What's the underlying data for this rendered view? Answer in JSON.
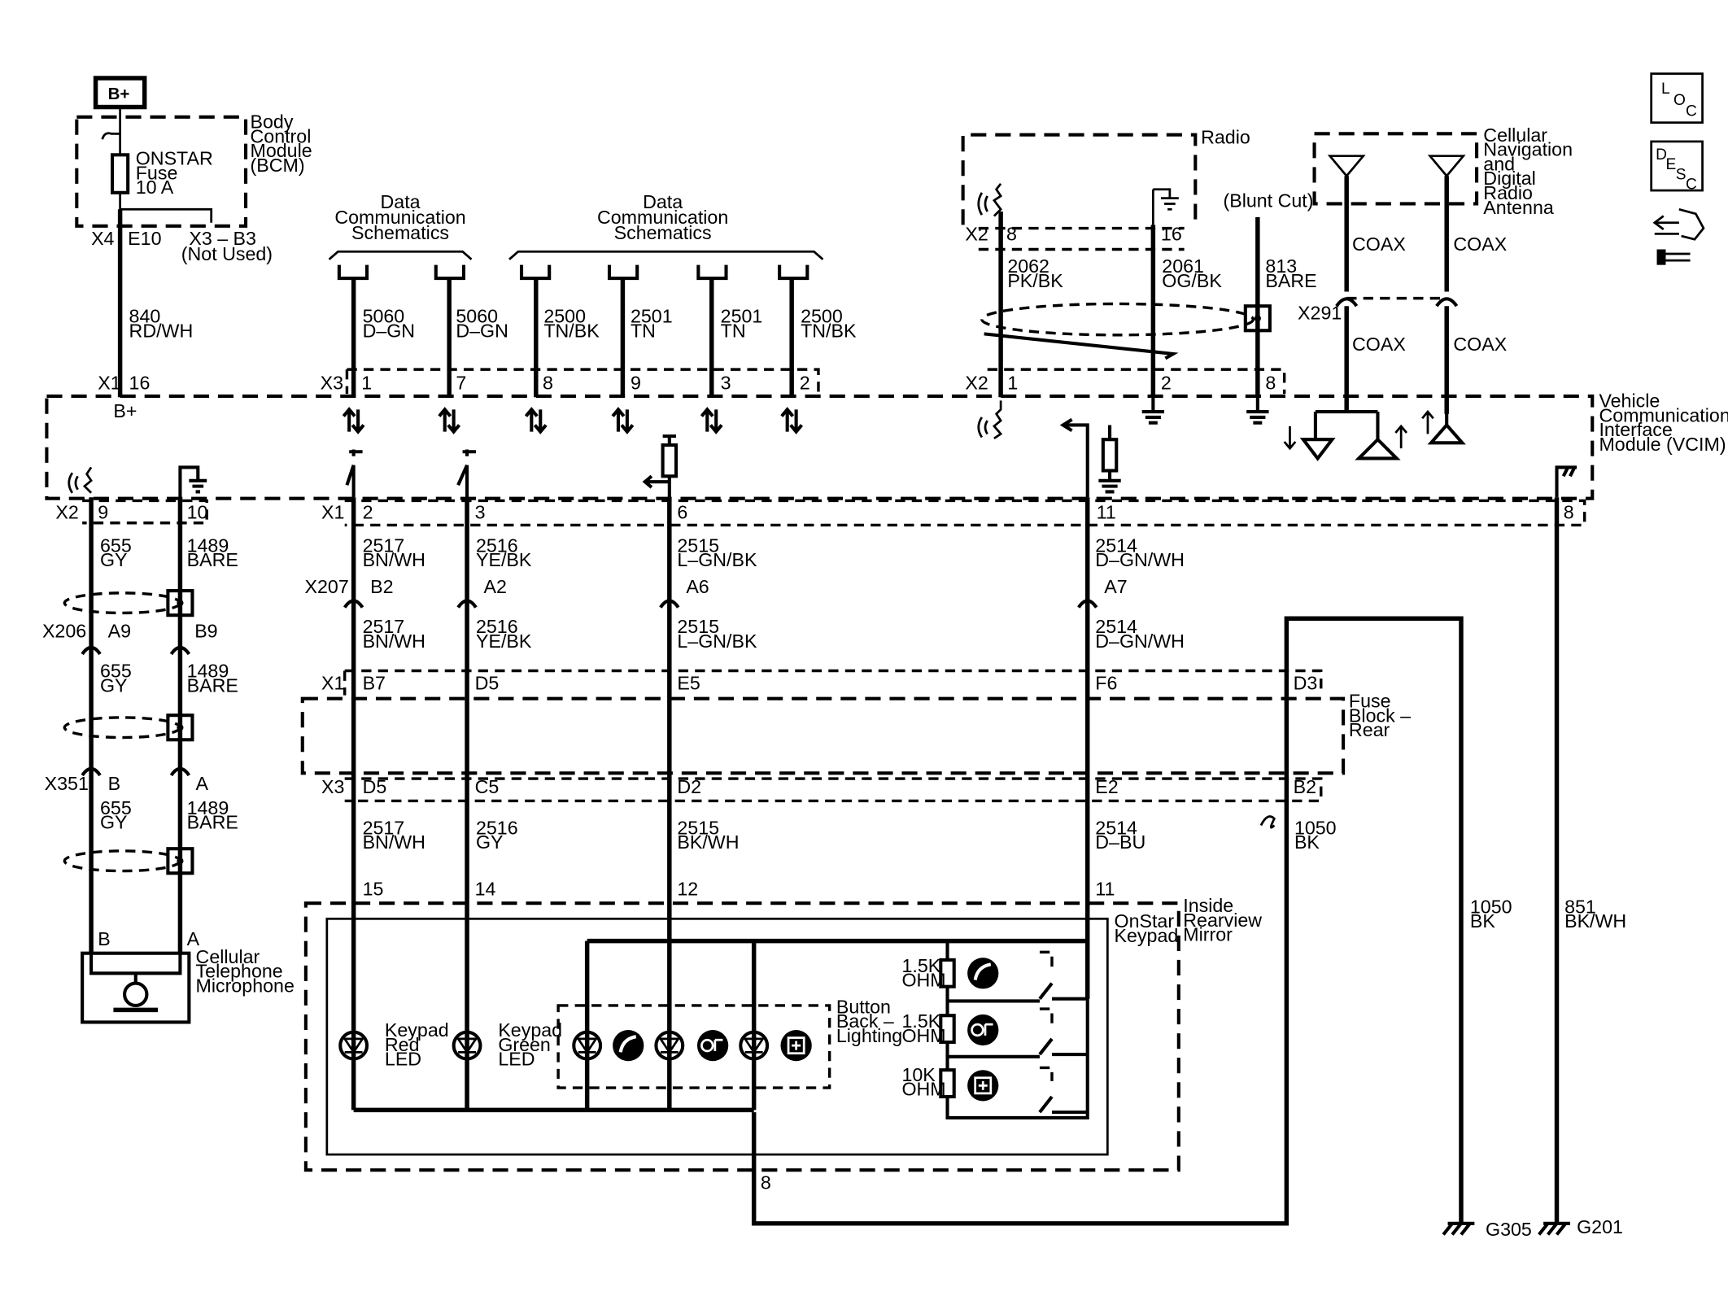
{
  "power": "B+",
  "bcm": {
    "title": [
      "Body",
      "Control",
      "Module",
      "(BCM)"
    ],
    "fuse": [
      "ONSTAR",
      "Fuse",
      "10 A"
    ],
    "pins": {
      "x4": "X4",
      "e10": "E10",
      "x3b3": "X3 – B3",
      "not_used": "(Not Used)"
    }
  },
  "wires": [
    {
      "circuit": "840",
      "color": "RD/WH"
    },
    {
      "circuit": "5060",
      "color": "D–GN"
    },
    {
      "circuit": "5060",
      "color": "D–GN"
    },
    {
      "circuit": "2500",
      "color": "TN/BK"
    },
    {
      "circuit": "2501",
      "color": "TN"
    },
    {
      "circuit": "2501",
      "color": "TN"
    },
    {
      "circuit": "2500",
      "color": "TN/BK"
    },
    {
      "circuit": "2062",
      "color": "PK/BK"
    },
    {
      "circuit": "2061",
      "color": "OG/BK"
    },
    {
      "circuit": "813",
      "color": "BARE"
    }
  ],
  "data_comm": [
    "Data",
    "Communication",
    "Schematics"
  ],
  "radio": "Radio",
  "blunt_cut": "(Blunt Cut)",
  "antenna": [
    "Cellular",
    "Navigation",
    "and",
    "Digital",
    "Radio",
    "Antenna"
  ],
  "coax": "COAX",
  "x291": "X291",
  "vcim": [
    "Vehicle",
    "Communication",
    "Interface",
    "Module (VCIM)"
  ],
  "vcim_top": {
    "x1": "X1",
    "p16": "16",
    "bplus": "B+",
    "x3": "X3",
    "x3pins": [
      "1",
      "7",
      "8",
      "9",
      "3",
      "2"
    ],
    "x2": "X2",
    "x2pins": [
      "1",
      "2",
      "8"
    ]
  },
  "radio_pins": {
    "x2": "X2",
    "p8": "8",
    "p16": "16"
  },
  "vcim_bottom": {
    "x2": "X2",
    "p9": "9",
    "p10": "10",
    "x1": "X1",
    "p2": "2",
    "p3": "3",
    "p6": "6",
    "p11": "11",
    "p8": "8"
  },
  "lower_wires": {
    "w655": {
      "circuit": "655",
      "color": "GY"
    },
    "w1489": {
      "circuit": "1489",
      "color": "BARE"
    },
    "w2517": {
      "circuit": "2517",
      "color": "BN/WH"
    },
    "w2516": {
      "circuit": "2516",
      "color": "YE/BK"
    },
    "w2515": {
      "circuit": "2515",
      "color": "L–GN/BK"
    },
    "w2514": {
      "circuit": "2514",
      "color": "D–GN/WH"
    },
    "w2516b": {
      "circuit": "2516",
      "color": "GY"
    },
    "w2515b": {
      "circuit": "2515",
      "color": "BK/WH"
    },
    "w2514b": {
      "circuit": "2514",
      "color": "D–BU"
    },
    "w1050": {
      "circuit": "1050",
      "color": "BK"
    },
    "w851": {
      "circuit": "851",
      "color": "BK/WH"
    }
  },
  "connectors": {
    "x207": "X207",
    "b2": "B2",
    "a2": "A2",
    "a6": "A6",
    "a7": "A7",
    "x206": "X206",
    "a9": "A9",
    "b9": "B9",
    "x351": "X351",
    "b": "B",
    "a": "A"
  },
  "fuse_block": {
    "title": [
      "Fuse",
      "Block –",
      "Rear"
    ],
    "x1": "X1",
    "b7": "B7",
    "d5": "D5",
    "e5": "E5",
    "f6": "F6",
    "d3": "D3",
    "x3": "X3",
    "d5b": "D5",
    "c5": "C5",
    "d2": "D2",
    "e2": "E2",
    "b2": "B2"
  },
  "mirror": {
    "title": [
      "Inside",
      "Rearview",
      "Mirror"
    ],
    "keypad": [
      "OnStar",
      "Keypad"
    ],
    "pins": [
      "15",
      "14",
      "12",
      "11"
    ],
    "pin8": "8",
    "red_led": [
      "Keypad",
      "Red",
      "LED"
    ],
    "green_led": [
      "Keypad",
      "Green",
      "LED"
    ],
    "backlight": [
      "Button",
      "Back –",
      "Lighting"
    ],
    "resistors": [
      [
        "1.5K",
        "OHM"
      ],
      [
        "1.5K",
        "OHM"
      ],
      [
        "10K",
        "OHM"
      ]
    ]
  },
  "microphone": {
    "pins": [
      "B",
      "A"
    ],
    "title": [
      "Cellular",
      "Telephone",
      "Microphone"
    ]
  },
  "grounds": [
    "G305",
    "G201"
  ],
  "icons": {
    "loc": [
      "L",
      "O",
      "C"
    ],
    "desc": [
      "D",
      "E",
      "S",
      "C"
    ],
    "nav": "connector-icon"
  }
}
